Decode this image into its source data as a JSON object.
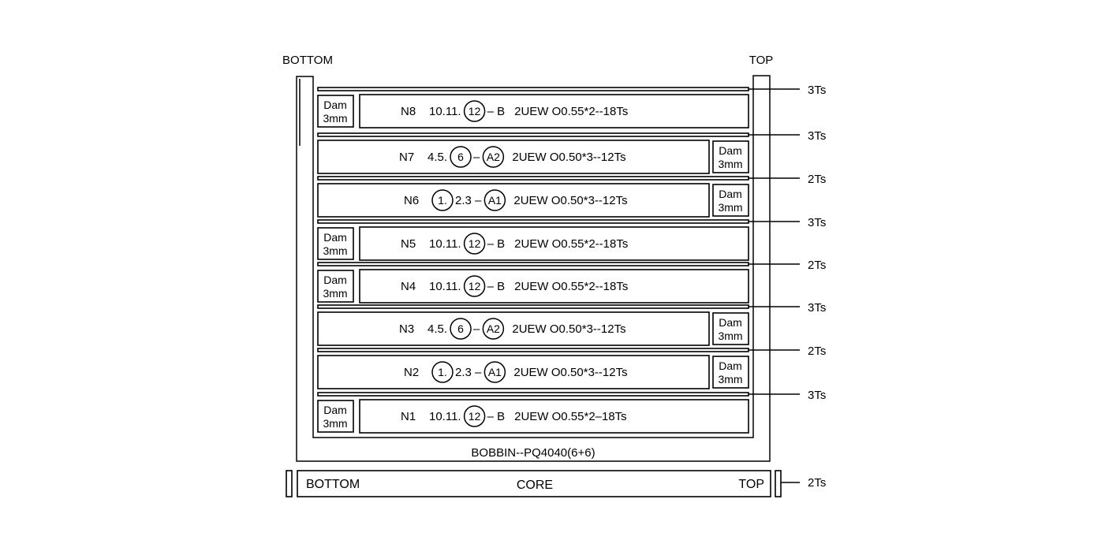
{
  "labels": {
    "bottom": "BOTTOM",
    "top": "TOP",
    "bobbin": "BOBBIN--PQ4040(6+6)",
    "core_bottom": "BOTTOM",
    "core": "CORE",
    "core_top": "TOP",
    "core_turns": "2Ts"
  },
  "windings": [
    {
      "name": "N8",
      "pins": [
        {
          "text": "10.11."
        },
        {
          "text": "12",
          "circled": true
        },
        {
          "text": "– B"
        }
      ],
      "wire": "2UEW O0.55*2--18Ts",
      "dam": {
        "line1": "Dam",
        "line2": "3mm",
        "side": "left"
      },
      "insulation": "3Ts"
    },
    {
      "name": "N7",
      "pins": [
        {
          "text": "4.5."
        },
        {
          "text": "6",
          "circled": true
        },
        {
          "text": "–"
        },
        {
          "text": "A2",
          "circled": true
        }
      ],
      "wire": "2UEW O0.50*3--12Ts",
      "dam": {
        "line1": "Dam",
        "line2": "3mm",
        "side": "right"
      },
      "insulation": "3Ts"
    },
    {
      "name": "N6",
      "pins": [
        {
          "text": "1.",
          "circled": true
        },
        {
          "text": "2.3  –"
        },
        {
          "text": "A1",
          "circled": true
        }
      ],
      "wire": "2UEW O0.50*3--12Ts",
      "dam": {
        "line1": "Dam",
        "line2": "3mm",
        "side": "right"
      },
      "insulation": "2Ts"
    },
    {
      "name": "N5",
      "pins": [
        {
          "text": "10.11."
        },
        {
          "text": "12",
          "circled": true
        },
        {
          "text": "– B"
        }
      ],
      "wire": "2UEW O0.55*2--18Ts",
      "dam": {
        "line1": "Dam",
        "line2": "3mm",
        "side": "left"
      },
      "insulation": "3Ts"
    },
    {
      "name": "N4",
      "pins": [
        {
          "text": "10.11."
        },
        {
          "text": "12",
          "circled": true
        },
        {
          "text": "–  B"
        }
      ],
      "wire": "2UEW O0.55*2--18Ts",
      "dam": {
        "line1": "Dam",
        "line2": "3mm",
        "side": "left"
      },
      "insulation": "2Ts"
    },
    {
      "name": "N3",
      "pins": [
        {
          "text": "4.5."
        },
        {
          "text": "6",
          "circled": true
        },
        {
          "text": "–"
        },
        {
          "text": "A2",
          "circled": true
        }
      ],
      "wire": "2UEW O0.50*3--12Ts",
      "dam": {
        "line1": "Dam",
        "line2": "3mm",
        "side": "right"
      },
      "insulation": "3Ts"
    },
    {
      "name": "N2",
      "pins": [
        {
          "text": "1.",
          "circled": true
        },
        {
          "text": "2.3  –"
        },
        {
          "text": "A1",
          "circled": true
        }
      ],
      "wire": "2UEW O0.50*3--12Ts",
      "dam": {
        "line1": "Dam",
        "line2": "3mm",
        "side": "right"
      },
      "insulation": "2Ts"
    },
    {
      "name": "N1",
      "pins": [
        {
          "text": "10.11."
        },
        {
          "text": "12",
          "circled": true
        },
        {
          "text": "–  B"
        }
      ],
      "wire": "2UEW O0.55*2–18Ts",
      "dam": {
        "line1": "Dam",
        "line2": "3mm",
        "side": "left"
      },
      "insulation": "3Ts"
    }
  ]
}
